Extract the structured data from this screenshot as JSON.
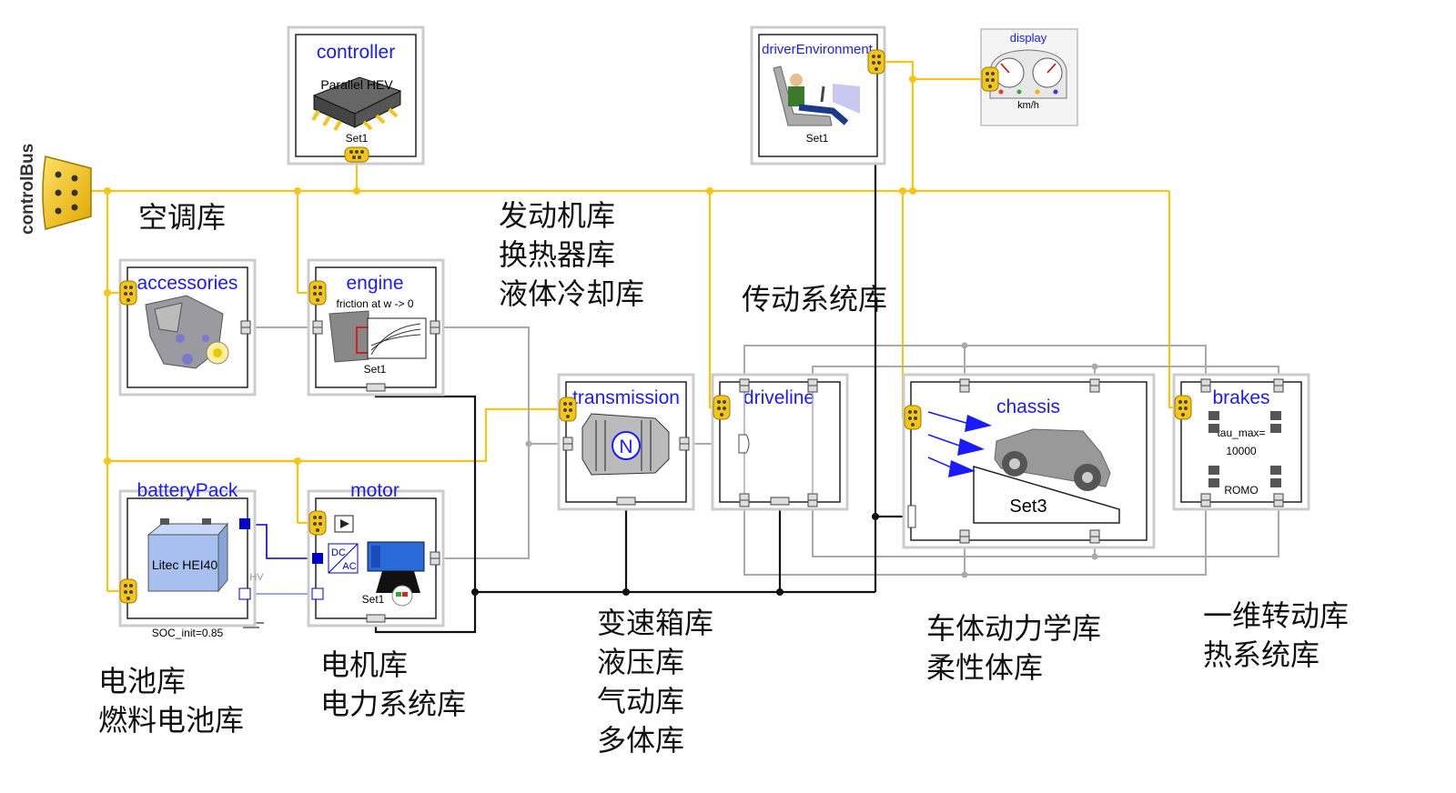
{
  "bus": {
    "label": "controlBus"
  },
  "blocks": {
    "controller": {
      "title": "controller",
      "subtitle": "Parallel HEV",
      "set": "Set1"
    },
    "driverEnvironment": {
      "title": "driverEnvironment",
      "set": "Set1"
    },
    "display": {
      "title": "display",
      "unit": "km/h"
    },
    "accessories": {
      "title": "accessories"
    },
    "engine": {
      "title": "engine",
      "param": "friction at w -> 0",
      "set": "Set1"
    },
    "transmission": {
      "title": "transmission",
      "gear": "N"
    },
    "driveline": {
      "title": "driveline"
    },
    "chassis": {
      "title": "chassis",
      "set": "Set3"
    },
    "brakes": {
      "title": "brakes",
      "param1": "tau_max=",
      "param2": "10000",
      "param3": "ROMO"
    },
    "batteryPack": {
      "title": "batteryPack",
      "model": "Litec HEI40",
      "soc": "SOC_init=0.85",
      "hv": "HV"
    },
    "motor": {
      "title": "motor",
      "converter": "DC AC",
      "set": "Set1"
    }
  },
  "annotations": {
    "aircon": [
      "空调库"
    ],
    "engine_libs": [
      "发动机库",
      "换热器库",
      "液体冷却库"
    ],
    "driveline_libs": [
      "传动系统库"
    ],
    "battery_libs": [
      "电池库",
      "燃料电池库"
    ],
    "motor_libs": [
      "电机库",
      "电力系统库"
    ],
    "transmission_libs": [
      "变速箱库",
      "液压库",
      "气动库",
      "多体库"
    ],
    "chassis_libs": [
      "车体动力学库",
      "柔性体库"
    ],
    "brakes_libs": [
      "一维转动库",
      "热系统库"
    ]
  },
  "colors": {
    "bus": "#f5c518",
    "title": "#1a1aff",
    "mech": "#222222",
    "shaft": "#aaaaaa",
    "electric": "#0000cc"
  }
}
